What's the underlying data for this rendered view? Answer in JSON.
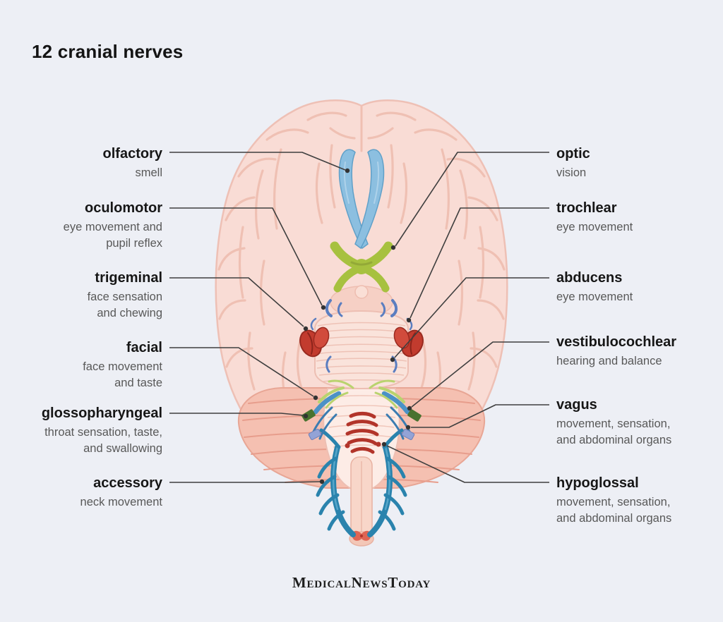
{
  "title": "12 cranial nerves",
  "footer": {
    "brand": "MedicalNewsToday"
  },
  "colors": {
    "background": "#edeff5",
    "brain_pink": "#f9dcd5",
    "cerebellum_salmon": "#f5c0b1",
    "olfactory_blue": "#8cbfe0",
    "optic_green": "#a7c13f",
    "trigeminal_red": "#c23b2e",
    "facial_green": "#b9d36e",
    "vestibulocochlear_blue": "#4b92c6",
    "glossopharyngeal_green": "#49722f",
    "accessory_teal": "#2a83ad",
    "hypoglossal_red": "#b2342a",
    "leader_line": "#3f3f3f",
    "text_dark": "#161616",
    "text_gray": "#585858"
  },
  "labels": {
    "left": [
      {
        "name": "olfactory",
        "desc": "smell"
      },
      {
        "name": "oculomotor",
        "desc": "eye movement and\npupil reflex"
      },
      {
        "name": "trigeminal",
        "desc": "face sensation\nand chewing"
      },
      {
        "name": "facial",
        "desc": "face movement\nand taste"
      },
      {
        "name": "glossopharyngeal",
        "desc": "throat sensation, taste,\nand swallowing"
      },
      {
        "name": "accessory",
        "desc": "neck movement"
      }
    ],
    "right": [
      {
        "name": "optic",
        "desc": "vision"
      },
      {
        "name": "trochlear",
        "desc": "eye movement"
      },
      {
        "name": "abducens",
        "desc": "eye movement"
      },
      {
        "name": "vestibulocochlear",
        "desc": "hearing and balance"
      },
      {
        "name": "vagus",
        "desc": "movement, sensation,\nand abdominal organs"
      },
      {
        "name": "hypoglossal",
        "desc": "movement, sensation,\nand abdominal organs"
      }
    ]
  }
}
